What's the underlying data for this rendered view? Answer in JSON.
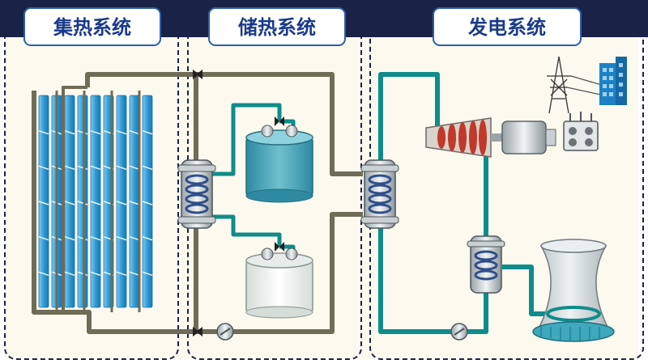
{
  "sections": [
    {
      "key": "collector",
      "title": "集热系统"
    },
    {
      "key": "storage",
      "title": "储热系统"
    },
    {
      "key": "power",
      "title": "发电系统"
    }
  ],
  "colors": {
    "panel_bg": "#fcf9ef",
    "border_dark": "#1a2347",
    "title_bg": "#ffffff",
    "title_border": "#2f5fa5",
    "title_text": "#1a3a8a",
    "hot_pipe": "#6f6c57",
    "teal_pipe": "#0f8c8a",
    "tank_hot": "#4fa6b8",
    "tank_cold": "#f3f6f4",
    "solar_panel": "#3ea6da",
    "turbine_red": "#c0392b",
    "cooling_tower": "#d8e0e4",
    "building": "#1e80c6"
  },
  "icons": [
    "solar-collector-icon",
    "heat-exchanger-icon",
    "valve-icon",
    "pump-icon",
    "storage-tank-icon",
    "turbine-icon",
    "generator-icon",
    "transformer-icon",
    "power-tower-icon",
    "building-icon",
    "cooling-tower-icon"
  ]
}
